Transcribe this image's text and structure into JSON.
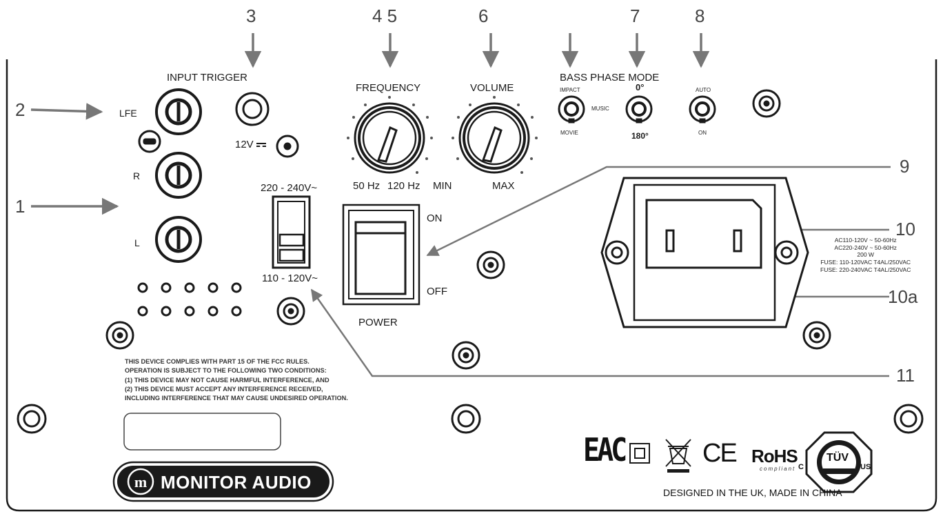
{
  "callouts": [
    "1",
    "2",
    "3",
    "4 5",
    "6",
    "7",
    "8",
    "9",
    "10",
    "10a",
    "11"
  ],
  "labels": {
    "input_trigger": "INPUT TRIGGER",
    "lfe": "LFE",
    "r": "R",
    "l": "L",
    "trigger_voltage": "12V",
    "voltage_high": "220 - 240V~",
    "voltage_low": "110 - 120V~",
    "frequency": "FREQUENCY",
    "freq_min": "50 Hz",
    "freq_max": "120 Hz",
    "volume": "VOLUME",
    "vol_min": "MIN",
    "vol_max": "MAX",
    "bass_phase_mode": "BASS PHASE MODE",
    "impact": "IMPACT",
    "music": "MUSIC",
    "movie": "MOVIE",
    "phase_0": "0°",
    "phase_180": "180°",
    "auto": "AUTO",
    "on_small": "ON",
    "switch_on": "ON",
    "switch_off": "OFF",
    "power": "POWER"
  },
  "power_spec": "AC110-120V ~ 50-60Hz\nAC220-240V ~ 50-60Hz\n200 W\nFUSE: 110-120VAC T4AL/250VAC\nFUSE: 220-240VAC T4AL/250VAC",
  "fcc_text": "THIS DEVICE COMPLIES WITH PART 15 OF THE FCC RULES.\nOPERATION IS SUBJECT TO THE FOLLOWING TWO CONDITIONS:\n(1) THIS DEVICE MAY NOT CAUSE HARMFUL INTERFERENCE, AND\n(2) THIS DEVICE MUST ACCEPT ANY INTERFERENCE RECEIVED,\nINCLUDING INTERFERENCE THAT MAY CAUSE UNDESIRED OPERATION.",
  "brand": "MONITOR AUDIO",
  "designed": "DESIGNED IN THE UK, MADE IN CHINA",
  "certs": {
    "eac": "EAC",
    "ce": "CE",
    "rohs": "RoHS",
    "rohs_sub": "compliant",
    "tuv": "TÜV",
    "tuv_c": "C",
    "tuv_us": "US"
  }
}
